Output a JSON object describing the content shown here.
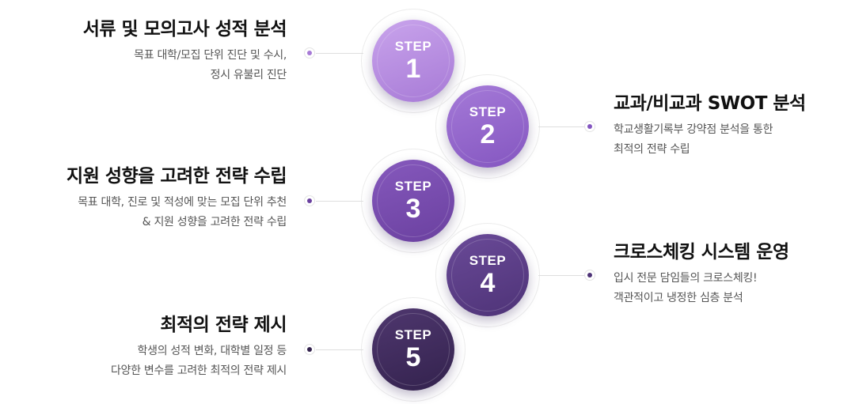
{
  "step_label": "STEP",
  "steps": [
    {
      "number": "1",
      "title": "서류 및 모의고사 성적 분석",
      "desc_line1": "목표 대학/모집 단위 진단 및 수시,",
      "desc_line2": "정시 유불리 진단",
      "side": "left",
      "color_top": "#c9a4ec",
      "color_bottom": "#a77ad6"
    },
    {
      "number": "2",
      "title": "교과/비교과 SWOT 분석",
      "desc_line1": "학교생활기록부 강약점 분석을 통한",
      "desc_line2": "최적의 전략 수립",
      "side": "right",
      "color_top": "#a57ad8",
      "color_bottom": "#8456c0"
    },
    {
      "number": "3",
      "title": "지원 성향을 고려한 전략 수립",
      "desc_line1": "목표 대학, 진로 및 적성에 맞는 모집 단위 추천",
      "desc_line2": "& 지원 성향을 고려한 전략 수립",
      "side": "left",
      "color_top": "#8659bd",
      "color_bottom": "#6a409f"
    },
    {
      "number": "4",
      "title": "크로스체킹 시스템 운영",
      "desc_line1": "입시 전문 담임들의 크로스체킹!",
      "desc_line2": "객관적이고 냉정한 심층 분석",
      "side": "right",
      "color_top": "#6a4a98",
      "color_bottom": "#4e3377"
    },
    {
      "number": "5",
      "title": "최적의 전략 제시",
      "desc_line1": "학생의 성적 변화, 대학별 일정 등",
      "desc_line2": "다양한 변수를 고려한 최적의 전략 제시",
      "side": "left",
      "color_top": "#4f376f",
      "color_bottom": "#33224d"
    }
  ]
}
